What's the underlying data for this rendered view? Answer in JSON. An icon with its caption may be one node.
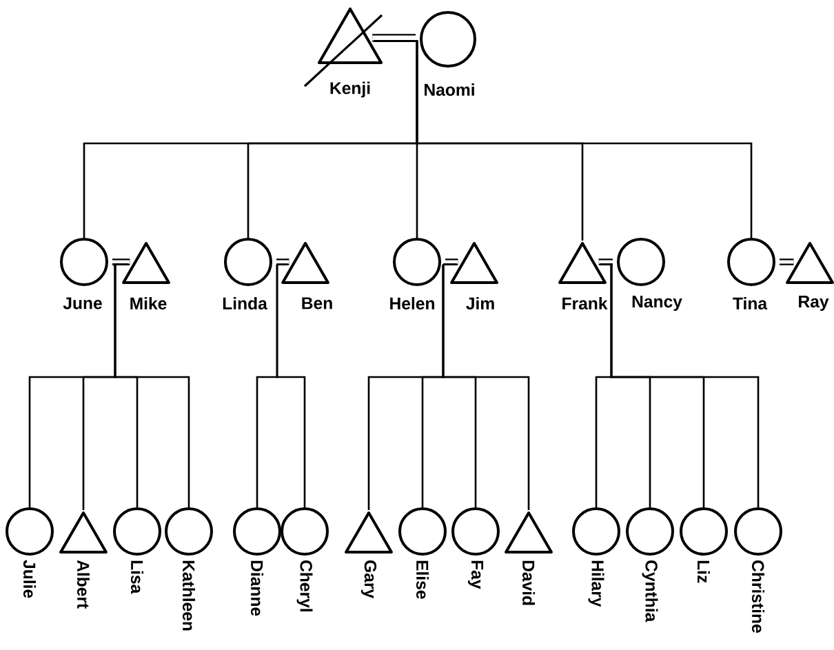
{
  "diagram": {
    "nodes": [
      {
        "text": [],
        "shape": "triangle",
        "beside": [
          "Kenji"
        ]
      },
      {
        "text": [],
        "shape": "circle",
        "beside": [
          "Naomi"
        ]
      },
      {
        "text": [],
        "shape": "circle",
        "beside": [
          "June"
        ]
      },
      {
        "text": [],
        "shape": "triangle",
        "beside": [
          "Mike"
        ]
      },
      {
        "text": [],
        "shape": "circle",
        "beside": [
          "Linda"
        ]
      },
      {
        "text": [],
        "shape": "triangle",
        "beside": [
          "Ben"
        ]
      },
      {
        "text": [],
        "shape": "circle",
        "beside": [
          "Helen"
        ]
      },
      {
        "text": [],
        "shape": "triangle",
        "beside": [
          "Jim"
        ]
      },
      {
        "text": [],
        "shape": "triangle",
        "beside": [
          "Frank"
        ]
      },
      {
        "text": [],
        "shape": "circle",
        "beside": [
          "Nancy"
        ]
      },
      {
        "text": [],
        "shape": "circle",
        "beside": [
          "Tina"
        ]
      },
      {
        "text": [],
        "shape": "triangle",
        "beside": [
          "Ray"
        ]
      },
      {
        "text": [],
        "shape": "circle",
        "beside": [
          "Julie"
        ]
      },
      {
        "text": [],
        "shape": "triangle",
        "beside": [
          "Albert"
        ]
      },
      {
        "text": [],
        "shape": "circle",
        "beside": [
          "Lisa"
        ]
      },
      {
        "text": [],
        "shape": "circle",
        "beside": [
          "Kathleen"
        ]
      },
      {
        "text": [],
        "shape": "circle",
        "beside": [
          "Dianne"
        ]
      },
      {
        "text": [],
        "shape": "circle",
        "beside": [
          "Cheryl"
        ]
      },
      {
        "text": [],
        "shape": "triangle",
        "beside": [
          "Gary"
        ]
      },
      {
        "text": [],
        "shape": "circle",
        "beside": [
          "Elise"
        ]
      },
      {
        "text": [],
        "shape": "circle",
        "beside": [
          "Fay"
        ]
      },
      {
        "text": [],
        "shape": "triangle",
        "beside": [
          "David"
        ]
      },
      {
        "text": [],
        "shape": "circle",
        "beside": [
          "Hilary"
        ]
      },
      {
        "text": [],
        "shape": "circle",
        "beside": [
          "Cynthia"
        ]
      },
      {
        "text": [],
        "shape": "circle",
        "beside": [
          "Liz"
        ]
      },
      {
        "text": [],
        "shape": "circle",
        "beside": [
          "Christine"
        ]
      }
    ],
    "edges": [
      {
        "from": 0,
        "to": 1,
        "arrow": "none",
        "style": "thick"
      },
      {
        "from": 2,
        "to": 3,
        "arrow": "none",
        "style": "thick"
      },
      {
        "from": 4,
        "to": 5,
        "arrow": "none",
        "style": "thick"
      },
      {
        "from": 6,
        "to": 7,
        "arrow": "none",
        "style": "thick"
      },
      {
        "from": 8,
        "to": 9,
        "arrow": "none",
        "style": "thick"
      },
      {
        "from": 10,
        "to": 11,
        "arrow": "none",
        "style": "thick"
      },
      {
        "from": 0,
        "to": 2,
        "arrow": "none"
      },
      {
        "from": 1,
        "to": 2,
        "arrow": "none"
      },
      {
        "from": 0,
        "to": 4,
        "arrow": "none"
      },
      {
        "from": 1,
        "to": 4,
        "arrow": "none"
      },
      {
        "from": 0,
        "to": 6,
        "arrow": "none"
      },
      {
        "from": 1,
        "to": 6,
        "arrow": "none"
      },
      {
        "from": 0,
        "to": 8,
        "arrow": "none"
      },
      {
        "from": 1,
        "to": 8,
        "arrow": "none"
      },
      {
        "from": 0,
        "to": 10,
        "arrow": "none"
      },
      {
        "from": 1,
        "to": 10,
        "arrow": "none"
      },
      {
        "from": 2,
        "to": 12,
        "arrow": "none"
      },
      {
        "from": 3,
        "to": 12,
        "arrow": "none"
      },
      {
        "from": 2,
        "to": 13,
        "arrow": "none"
      },
      {
        "from": 3,
        "to": 13,
        "arrow": "none"
      },
      {
        "from": 2,
        "to": 14,
        "arrow": "none"
      },
      {
        "from": 3,
        "to": 14,
        "arrow": "none"
      },
      {
        "from": 2,
        "to": 15,
        "arrow": "none"
      },
      {
        "from": 3,
        "to": 15,
        "arrow": "none"
      },
      {
        "from": 4,
        "to": 16,
        "arrow": "none"
      },
      {
        "from": 5,
        "to": 16,
        "arrow": "none"
      },
      {
        "from": 4,
        "to": 17,
        "arrow": "none"
      },
      {
        "from": 5,
        "to": 17,
        "arrow": "none"
      },
      {
        "from": 6,
        "to": 18,
        "arrow": "none"
      },
      {
        "from": 7,
        "to": 18,
        "arrow": "none"
      },
      {
        "from": 6,
        "to": 19,
        "arrow": "none"
      },
      {
        "from": 7,
        "to": 19,
        "arrow": "none"
      },
      {
        "from": 6,
        "to": 20,
        "arrow": "none"
      },
      {
        "from": 7,
        "to": 20,
        "arrow": "none"
      },
      {
        "from": 6,
        "to": 21,
        "arrow": "none"
      },
      {
        "from": 7,
        "to": 21,
        "arrow": "none"
      },
      {
        "from": 8,
        "to": 22,
        "arrow": "none"
      },
      {
        "from": 9,
        "to": 22,
        "arrow": "none"
      },
      {
        "from": 8,
        "to": 23,
        "arrow": "none"
      },
      {
        "from": 9,
        "to": 23,
        "arrow": "none"
      },
      {
        "from": 8,
        "to": 24,
        "arrow": "none"
      },
      {
        "from": 9,
        "to": 24,
        "arrow": "none"
      },
      {
        "from": 8,
        "to": 25,
        "arrow": "none"
      },
      {
        "from": 9,
        "to": 25,
        "arrow": "none"
      }
    ]
  }
}
